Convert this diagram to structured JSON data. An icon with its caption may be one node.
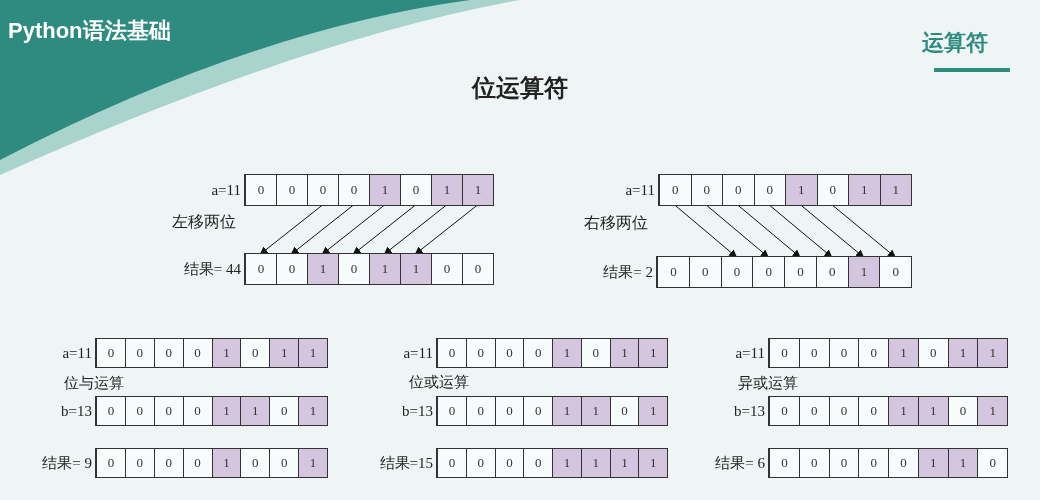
{
  "diagram": {
    "title": "位运算符",
    "nodes": [
      {
        "text": [
          "a=11"
        ]
      },
      {
        "text": [
          "0"
        ],
        "in": 0
      },
      {
        "text": [
          "0"
        ],
        "in": 0
      },
      {
        "text": [
          "0"
        ],
        "in": 0
      },
      {
        "text": [
          "0"
        ],
        "in": 0
      },
      {
        "text": [
          "1"
        ],
        "in": 0
      },
      {
        "text": [
          "0"
        ],
        "in": 0
      },
      {
        "text": [
          "1"
        ],
        "in": 0
      },
      {
        "text": [
          "1"
        ],
        "in": 0
      },
      {
        "text": [
          "结果= 44"
        ]
      },
      {
        "text": [
          "0"
        ],
        "in": 9
      },
      {
        "text": [
          "0"
        ],
        "in": 9
      },
      {
        "text": [
          "1"
        ],
        "in": 9
      },
      {
        "text": [
          "0"
        ],
        "in": 9
      },
      {
        "text": [
          "1"
        ],
        "in": 9
      },
      {
        "text": [
          "1"
        ],
        "in": 9
      },
      {
        "text": [
          "0"
        ],
        "in": 9
      },
      {
        "text": [
          "0"
        ],
        "in": 9
      },
      {
        "text": [
          "a=11"
        ]
      },
      {
        "text": [
          "0"
        ],
        "in": 18
      },
      {
        "text": [
          "0"
        ],
        "in": 18
      },
      {
        "text": [
          "0"
        ],
        "in": 18
      },
      {
        "text": [
          "0"
        ],
        "in": 18
      },
      {
        "text": [
          "1"
        ],
        "in": 18
      },
      {
        "text": [
          "0"
        ],
        "in": 18
      },
      {
        "text": [
          "1"
        ],
        "in": 18
      },
      {
        "text": [
          "1"
        ],
        "in": 18
      },
      {
        "text": [
          "结果= 2"
        ]
      },
      {
        "text": [
          "0"
        ],
        "in": 27
      },
      {
        "text": [
          "0"
        ],
        "in": 27
      },
      {
        "text": [
          "0"
        ],
        "in": 27
      },
      {
        "text": [
          "0"
        ],
        "in": 27
      },
      {
        "text": [
          "0"
        ],
        "in": 27
      },
      {
        "text": [
          "0"
        ],
        "in": 27
      },
      {
        "text": [
          "1"
        ],
        "in": 27
      },
      {
        "text": [
          "0"
        ],
        "in": 27
      },
      {
        "text": [
          "a=11"
        ]
      },
      {
        "text": [
          "0"
        ],
        "in": 36
      },
      {
        "text": [
          "0"
        ],
        "in": 36
      },
      {
        "text": [
          "0"
        ],
        "in": 36
      },
      {
        "text": [
          "0"
        ],
        "in": 36
      },
      {
        "text": [
          "1"
        ],
        "in": 36
      },
      {
        "text": [
          "0"
        ],
        "in": 36
      },
      {
        "text": [
          "1"
        ],
        "in": 36
      },
      {
        "text": [
          "1"
        ],
        "in": 36
      },
      {
        "text": [
          "b=13"
        ]
      },
      {
        "text": [
          "0"
        ],
        "in": 45
      },
      {
        "text": [
          "0"
        ],
        "in": 45
      },
      {
        "text": [
          "0"
        ],
        "in": 45
      },
      {
        "text": [
          "0"
        ],
        "in": 45
      },
      {
        "text": [
          "1"
        ],
        "in": 45
      },
      {
        "text": [
          "1"
        ],
        "in": 45
      },
      {
        "text": [
          "0"
        ],
        "in": 45
      },
      {
        "text": [
          "1"
        ],
        "in": 45
      },
      {
        "text": [
          "结果= 9"
        ]
      },
      {
        "text": [
          "0"
        ],
        "in": 54
      },
      {
        "text": [
          "0"
        ],
        "in": 54
      },
      {
        "text": [
          "0"
        ],
        "in": 54
      },
      {
        "text": [
          "0"
        ],
        "in": 54
      },
      {
        "text": [
          "1"
        ],
        "in": 54
      },
      {
        "text": [
          "0"
        ],
        "in": 54
      },
      {
        "text": [
          "0"
        ],
        "in": 54
      },
      {
        "text": [
          "1"
        ],
        "in": 54
      },
      {
        "text": [
          "a=11"
        ]
      },
      {
        "text": [
          "0"
        ],
        "in": 63
      },
      {
        "text": [
          "0"
        ],
        "in": 63
      },
      {
        "text": [
          "0"
        ],
        "in": 63
      },
      {
        "text": [
          "0"
        ],
        "in": 63
      },
      {
        "text": [
          "1"
        ],
        "in": 63
      },
      {
        "text": [
          "0"
        ],
        "in": 63
      },
      {
        "text": [
          "1"
        ],
        "in": 63
      },
      {
        "text": [
          "1"
        ],
        "in": 63
      },
      {
        "text": [
          "b=13"
        ]
      },
      {
        "text": [
          "0"
        ],
        "in": 72
      },
      {
        "text": [
          "0"
        ],
        "in": 72
      },
      {
        "text": [
          "0"
        ],
        "in": 72
      },
      {
        "text": [
          "0"
        ],
        "in": 72
      },
      {
        "text": [
          "1"
        ],
        "in": 72
      },
      {
        "text": [
          "1"
        ],
        "in": 72
      },
      {
        "text": [
          "0"
        ],
        "in": 72
      },
      {
        "text": [
          "1"
        ],
        "in": 72
      },
      {
        "text": [
          "结果=15"
        ]
      },
      {
        "text": [
          "0"
        ],
        "in": 81
      },
      {
        "text": [
          "0"
        ],
        "in": 81
      },
      {
        "text": [
          "0"
        ],
        "in": 81
      },
      {
        "text": [
          "0"
        ],
        "in": 81
      },
      {
        "text": [
          "1"
        ],
        "in": 81
      },
      {
        "text": [
          "1"
        ],
        "in": 81
      },
      {
        "text": [
          "1"
        ],
        "in": 81
      },
      {
        "text": [
          "1"
        ],
        "in": 81
      },
      {
        "text": [
          "a=11"
        ]
      },
      {
        "text": [
          "0"
        ],
        "in": 90
      },
      {
        "text": [
          "0"
        ],
        "in": 90
      },
      {
        "text": [
          "0"
        ],
        "in": 90
      },
      {
        "text": [
          "0"
        ],
        "in": 90
      },
      {
        "text": [
          "1"
        ],
        "in": 90
      },
      {
        "text": [
          "0"
        ],
        "in": 90
      },
      {
        "text": [
          "1"
        ],
        "in": 90
      },
      {
        "text": [
          "1"
        ],
        "in": 90
      },
      {
        "text": [
          "b=13"
        ]
      },
      {
        "text": [
          "0"
        ],
        "in": 99
      },
      {
        "text": [
          "0"
        ],
        "in": 99
      },
      {
        "text": [
          "0"
        ],
        "in": 99
      },
      {
        "text": [
          "0"
        ],
        "in": 99
      },
      {
        "text": [
          "1"
        ],
        "in": 99
      },
      {
        "text": [
          "1"
        ],
        "in": 99
      },
      {
        "text": [
          "0"
        ],
        "in": 99
      },
      {
        "text": [
          "1"
        ],
        "in": 99
      },
      {
        "text": [
          "结果= 6"
        ]
      },
      {
        "text": [
          "0"
        ],
        "in": 108
      },
      {
        "text": [
          "0"
        ],
        "in": 108
      },
      {
        "text": [
          "0"
        ],
        "in": 108
      },
      {
        "text": [
          "0"
        ],
        "in": 108
      },
      {
        "text": [
          "0"
        ],
        "in": 108
      },
      {
        "text": [
          "1"
        ],
        "in": 108
      },
      {
        "text": [
          "1"
        ],
        "in": 108
      },
      {
        "text": [
          "0"
        ],
        "in": 108
      }
    ],
    "edges": [
      {
        "from": 3,
        "to": 10,
        "arrow": "to"
      },
      {
        "from": 4,
        "to": 11,
        "arrow": "to"
      },
      {
        "from": 5,
        "to": 12,
        "arrow": "to"
      },
      {
        "from": 6,
        "to": 13,
        "arrow": "to"
      },
      {
        "from": 7,
        "to": 14,
        "arrow": "to"
      },
      {
        "from": 8,
        "to": 15,
        "arrow": "to"
      },
      {
        "from": 19,
        "to": 30,
        "arrow": "to"
      },
      {
        "from": 20,
        "to": 31,
        "arrow": "to"
      },
      {
        "from": 21,
        "to": 32,
        "arrow": "to"
      },
      {
        "from": 22,
        "to": 33,
        "arrow": "to"
      },
      {
        "from": 23,
        "to": 34,
        "arrow": "to"
      },
      {
        "from": 24,
        "to": 35,
        "arrow": "to"
      }
    ],
    "labels": [
      "Python语法基础",
      "运算符",
      "左移两位",
      "右移两位",
      "位与运算",
      "位或运算",
      "异或运算"
    ]
  }
}
